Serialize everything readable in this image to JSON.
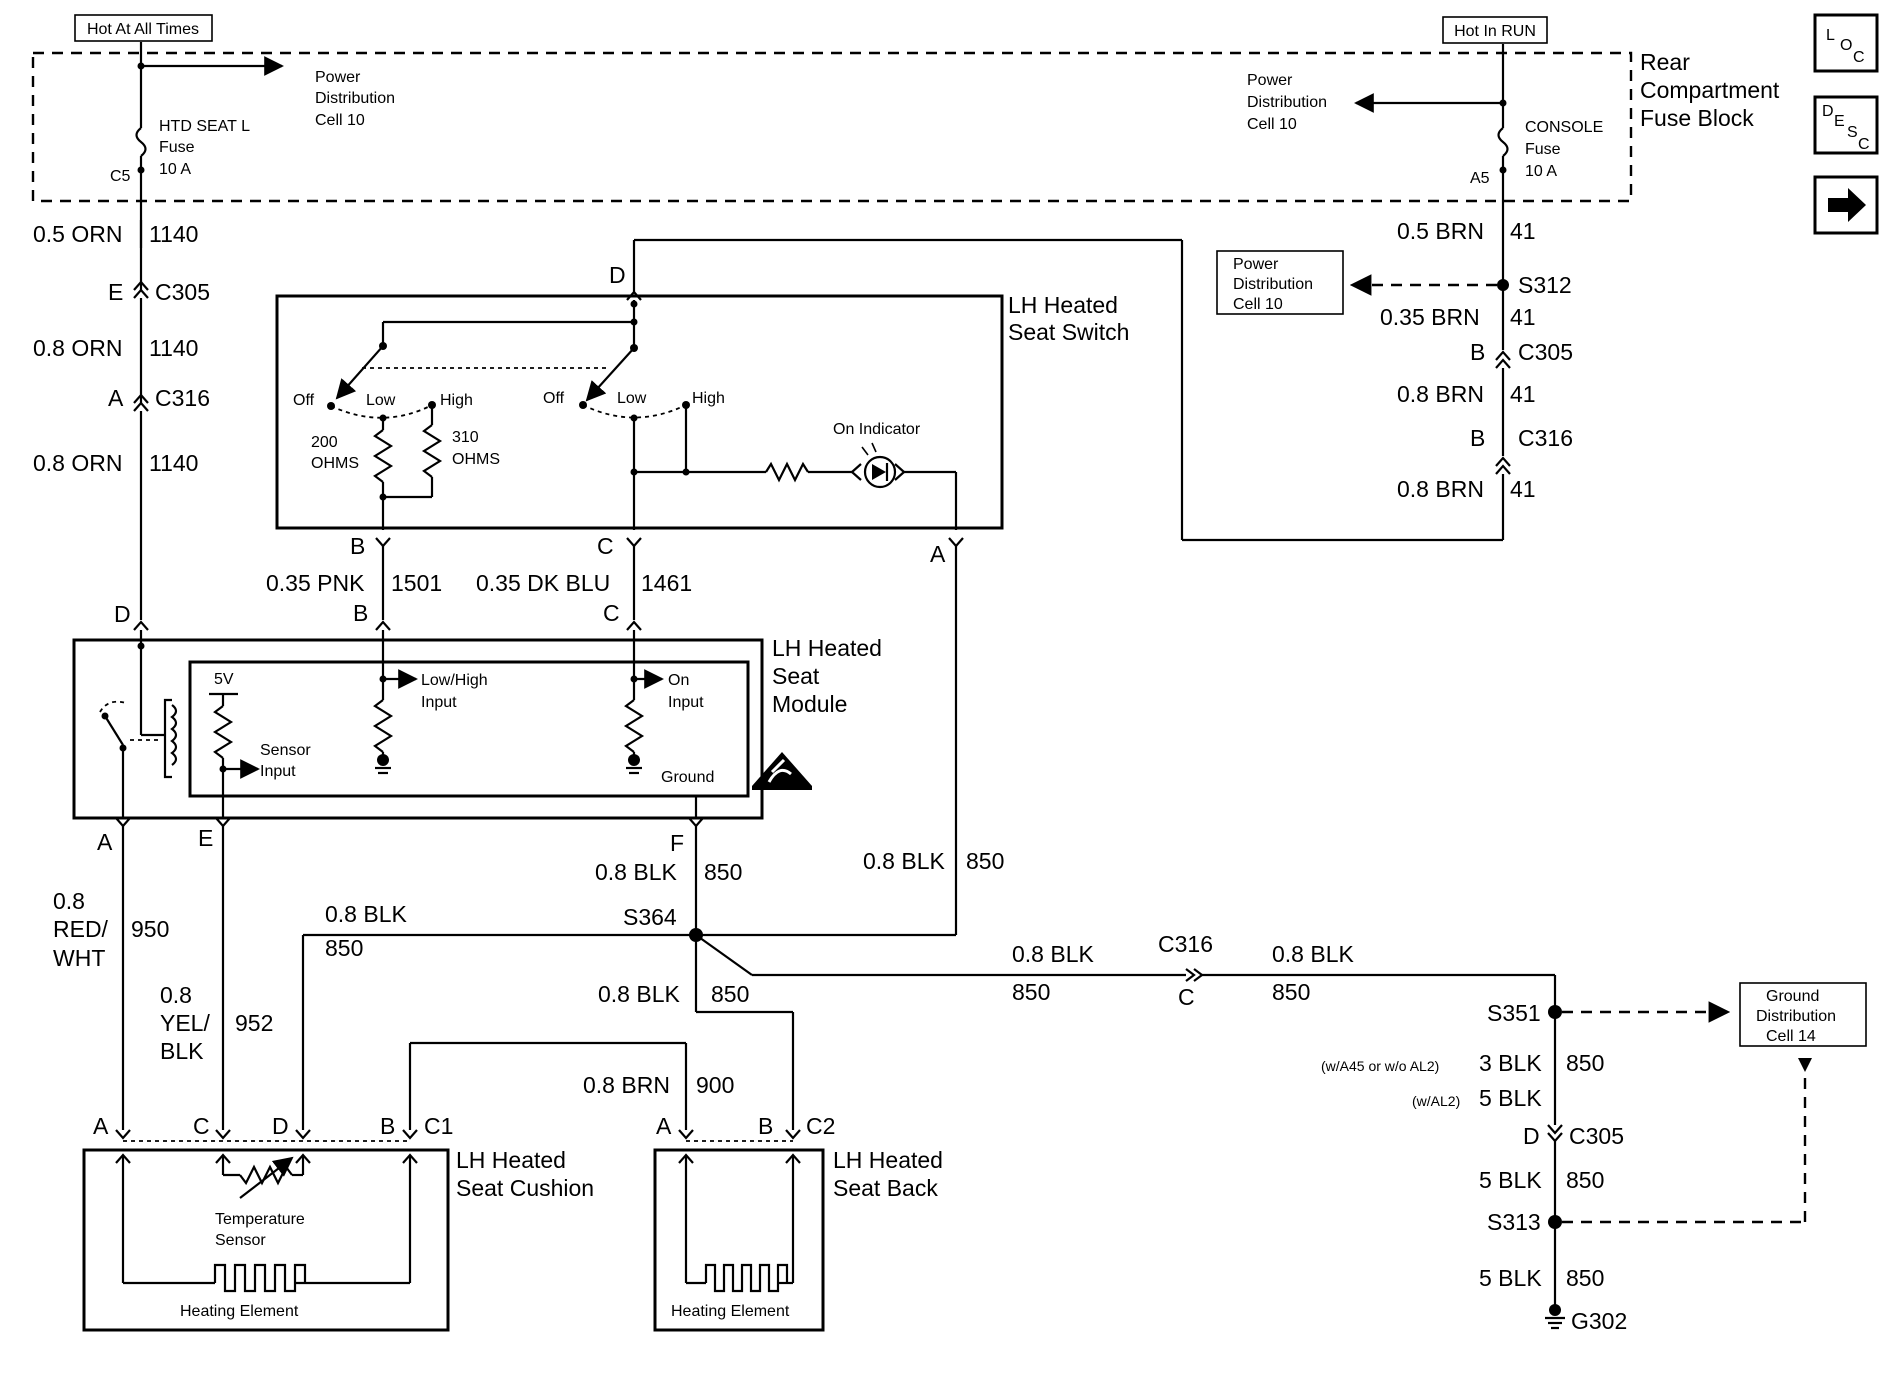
{
  "headers": {
    "hot_at_all_times": "Hot At All Times",
    "hot_in_run": "Hot In RUN",
    "fuse_block": [
      "Rear",
      "Compartment",
      "Fuse Block"
    ]
  },
  "nav": {
    "loc": {
      "l1": "L",
      "l2": "O",
      "l3": "C"
    },
    "desc": {
      "l1": "D",
      "l2": "E",
      "l3": "S",
      "l4": "C"
    },
    "next_icon": "arrow-right-icon"
  },
  "fuses": {
    "left": {
      "name": "HTD SEAT L",
      "type": "Fuse",
      "rating": "10 A",
      "cavity": "C5"
    },
    "right": {
      "name": "CONSOLE",
      "type": "Fuse",
      "rating": "10 A",
      "cavity": "A5"
    }
  },
  "power_dist": {
    "left": [
      "Power",
      "Distribution",
      "Cell 10"
    ],
    "right": [
      "Power",
      "Distribution",
      "Cell 10"
    ],
    "box": [
      "Power",
      "Distribution",
      "Cell 10"
    ]
  },
  "ground_dist": [
    "Ground",
    "Distribution",
    "Cell 14"
  ],
  "left_circuit": {
    "w1_size": "0.5 ORN",
    "w1_num": "1140",
    "c1_pin": "E",
    "c1_name": "C305",
    "w2_size": "0.8 ORN",
    "w2_num": "1140",
    "c2_pin": "A",
    "c2_name": "C316",
    "w3_size": "0.8 ORN",
    "w3_num": "1140",
    "module_pin": "D"
  },
  "right_circuit": {
    "w1_size": "0.5 BRN",
    "w1_num": "41",
    "splice": "S312",
    "w2_size": "0.35 BRN",
    "w2_num": "41",
    "c1_pin": "B",
    "c1_name": "C305",
    "w3_size": "0.8 BRN",
    "w3_num": "41",
    "c2_pin": "B",
    "c2_name": "C316",
    "w4_size": "0.8 BRN",
    "w4_num": "41"
  },
  "switch": {
    "title": [
      "LH Heated",
      "Seat Switch"
    ],
    "pin_d": "D",
    "pin_b": "B",
    "pin_c": "C",
    "pin_a": "A",
    "off1": "Off",
    "low1": "Low",
    "high1": "High",
    "off2": "Off",
    "low2": "Low",
    "high2": "High",
    "r1_value": "200",
    "r1_unit": "OHMS",
    "r2_value": "310",
    "r2_unit": "OHMS",
    "indicator": "On Indicator"
  },
  "switch_wires": {
    "b_size": "0.35 PNK",
    "b_num": "1501",
    "c_size": "0.35 DK BLU",
    "c_num": "1461",
    "mod_b": "B",
    "mod_c": "C"
  },
  "module": {
    "title": [
      "LH Heated",
      "Seat",
      "Module"
    ],
    "v5": "5V",
    "sensor": [
      "Sensor",
      "Input"
    ],
    "lowhigh": [
      "Low/High",
      "Input"
    ],
    "on": [
      "On",
      "Input"
    ],
    "ground": "Ground",
    "pin_a": "A",
    "pin_e": "E",
    "pin_f": "F"
  },
  "module_wires": {
    "a_size": [
      "0.8",
      "RED/",
      "WHT"
    ],
    "a_num": "950",
    "e_size": [
      "0.8",
      "YEL/",
      "BLK"
    ],
    "e_num": "952",
    "f_size": "0.8 BLK",
    "f_num": "850",
    "sw_a_size": "0.8 BLK",
    "sw_a_num": "850",
    "splice": "S364",
    "d_size": "0.8 BLK",
    "d_num": "850",
    "b2_size": "0.8 BLK",
    "b2_num": "850",
    "brn_size": "0.8 BRN",
    "brn_num": "900",
    "g1_size": "0.8 BLK",
    "g1_num": "850",
    "c316_name": "C316",
    "c316_pin": "C",
    "g2_size": "0.8 BLK",
    "g2_num": "850"
  },
  "cushion": {
    "title": [
      "LH Heated",
      "Seat Cushion"
    ],
    "pin_a": "A",
    "pin_c": "C",
    "pin_d": "D",
    "pin_b": "B",
    "conn": "C1",
    "temp_sensor": [
      "Temperature",
      "Sensor"
    ],
    "element": "Heating Element"
  },
  "back": {
    "title": [
      "LH Heated",
      "Seat Back"
    ],
    "pin_a": "A",
    "pin_b": "B",
    "conn": "C2",
    "element": "Heating Element"
  },
  "ground_circuit": {
    "splice1": "S351",
    "opt1_note": "(w/A45 or w/o AL2)",
    "opt1_size": "3 BLK",
    "opt1_num": "850",
    "opt2_note": "(w/AL2)",
    "opt2_size": "5 BLK",
    "c305_pin": "D",
    "c305_name": "C305",
    "w1_size": "5 BLK",
    "w1_num": "850",
    "splice2": "S313",
    "w2_size": "5 BLK",
    "w2_num": "850",
    "ground": "G302"
  }
}
